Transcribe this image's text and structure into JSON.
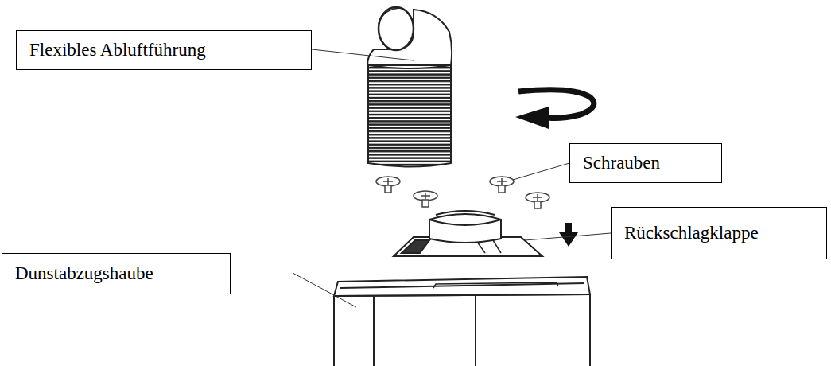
{
  "diagram": {
    "nodes": [
      {
        "text": [
          "Flexibles Abluftführung"
        ]
      },
      {
        "text": [
          "Schrauben"
        ]
      },
      {
        "text": [
          "Rückschlagklappe"
        ]
      },
      {
        "text": [
          "Dunstabzugshaube"
        ]
      }
    ]
  }
}
